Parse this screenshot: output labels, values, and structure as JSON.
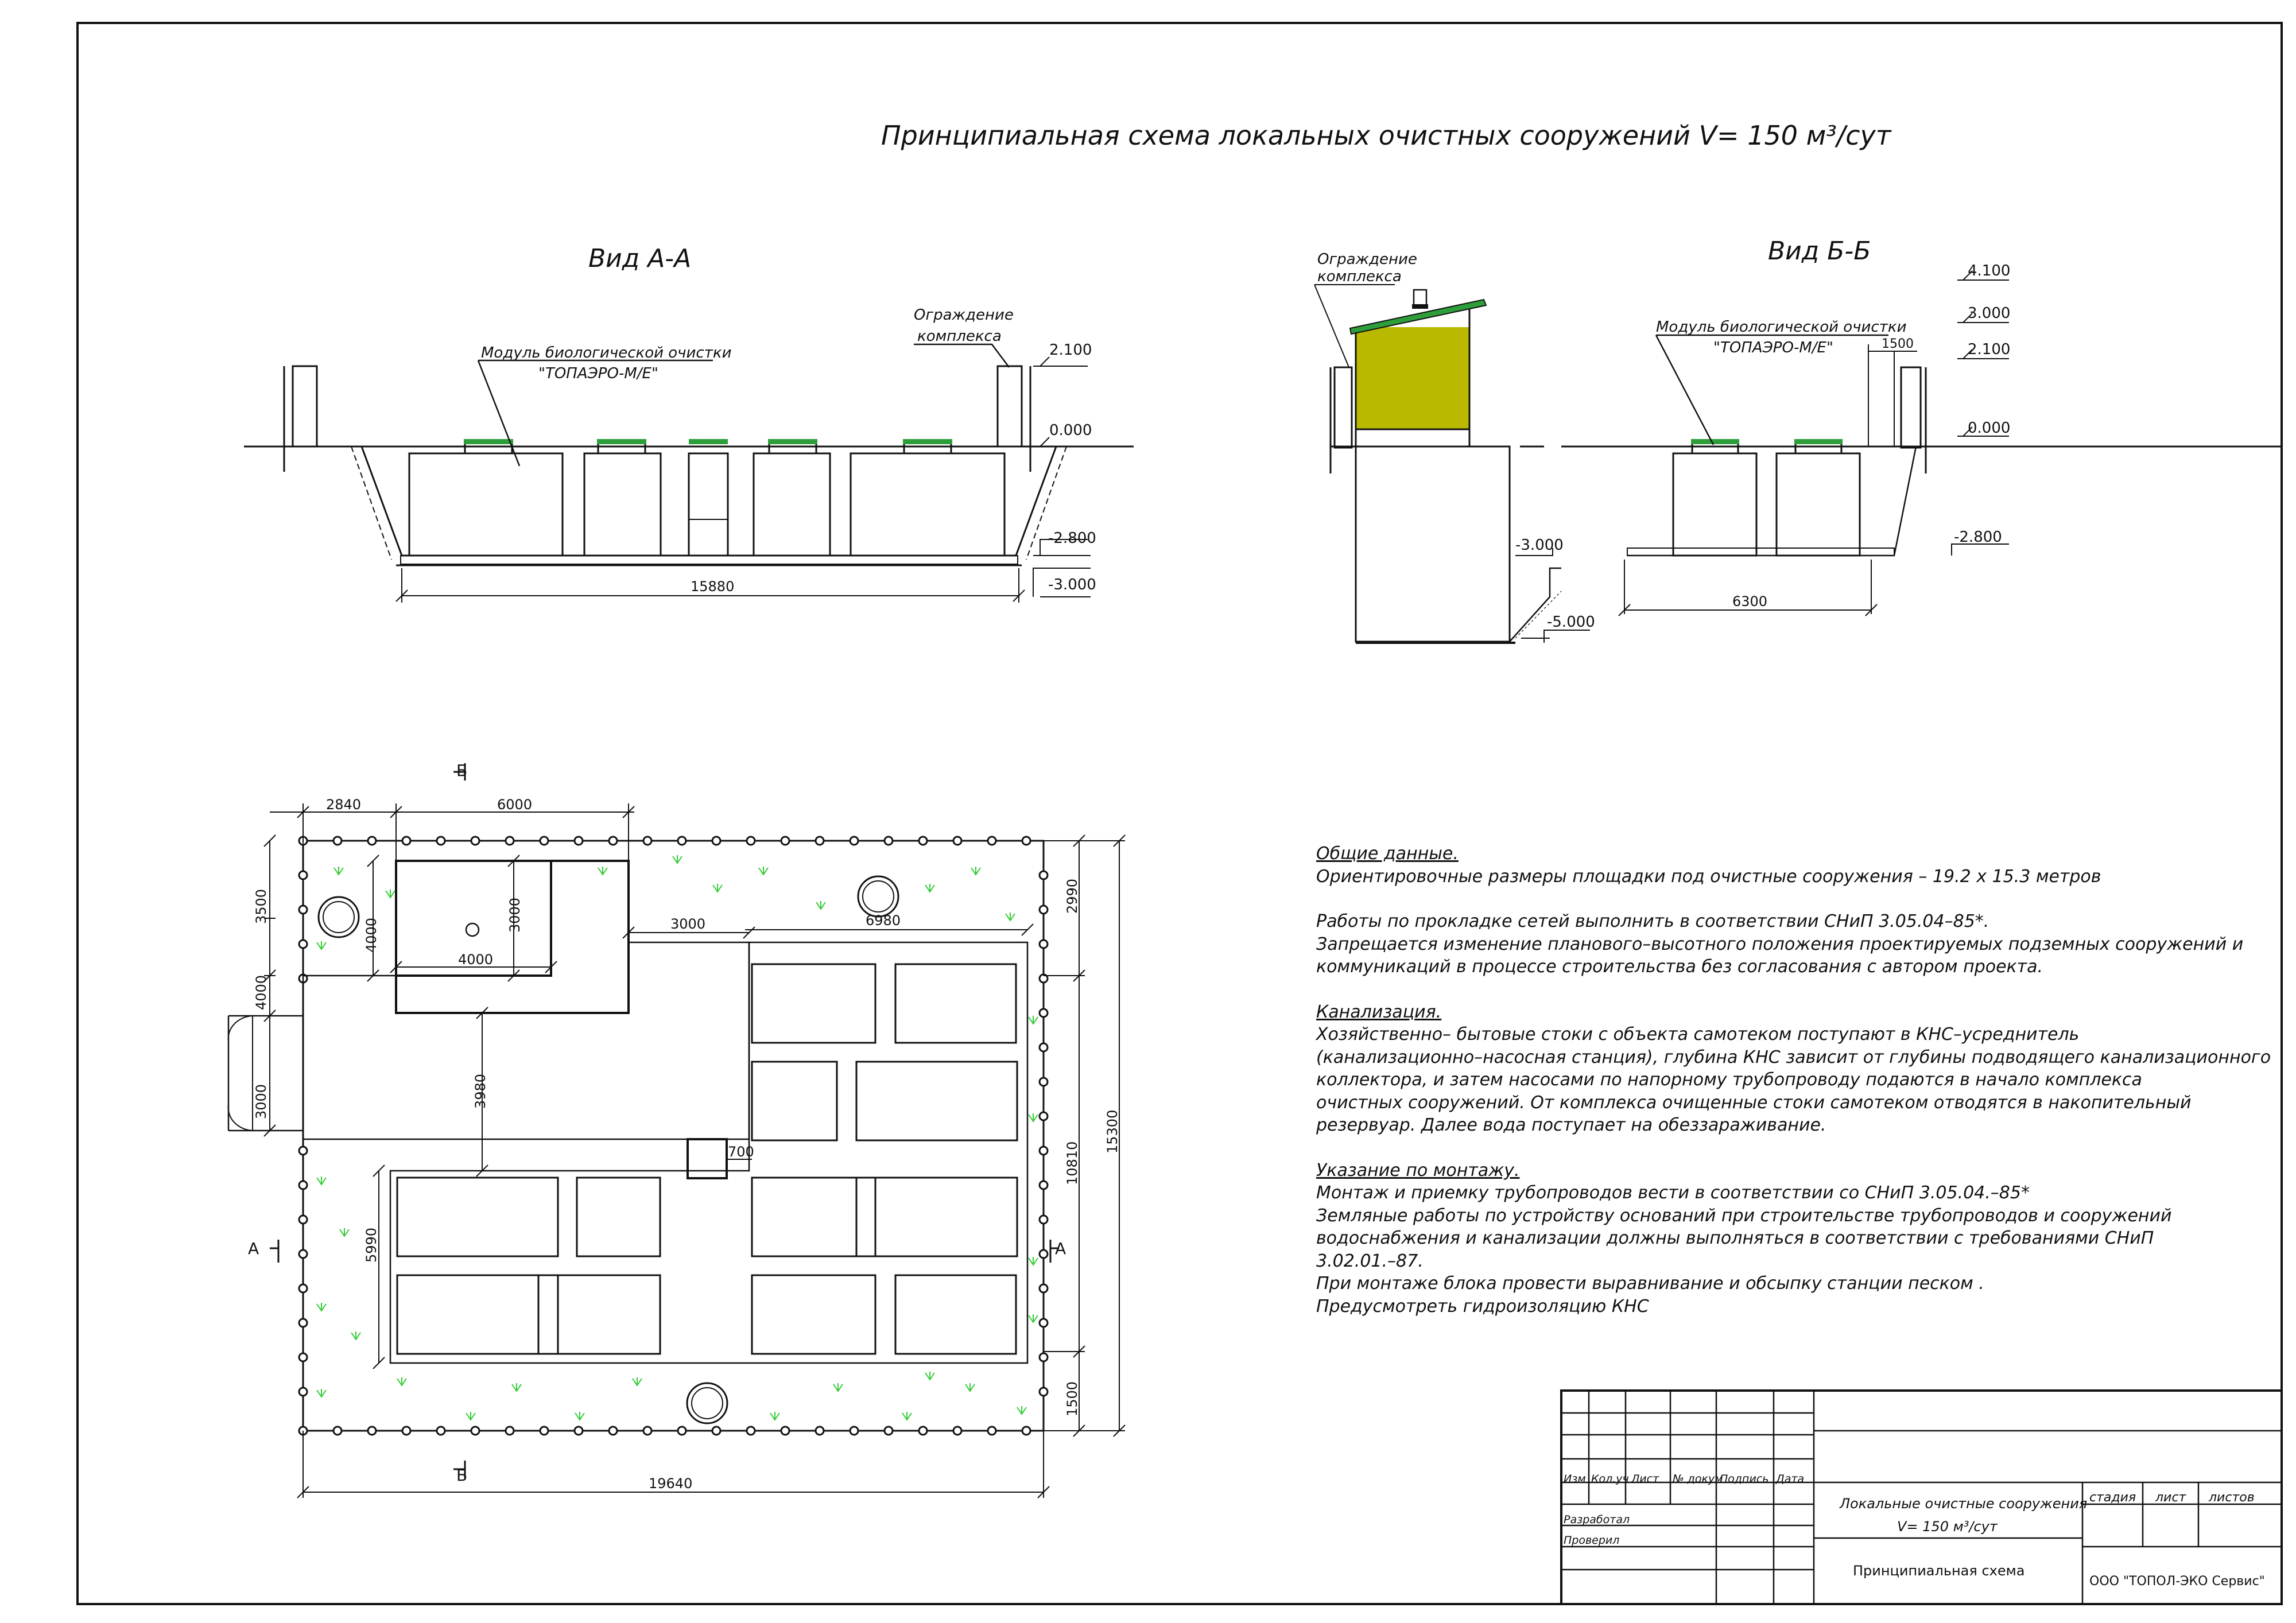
{
  "title": "Принципиальная схема локальных очистных сооружений  V= 150 м³/сут",
  "colors": {
    "line": "#111111",
    "roof": "#2e9e3a",
    "wall": "#b9ba00",
    "lid": "#2e9e3a",
    "grass": "#33cc33"
  },
  "view_aa": {
    "title": "Вид А-А",
    "module_label": "Модуль  биологической очистки",
    "module_name": "\"ТОПАЭРО-М/Е\"",
    "fence_label_1": "Ограждение",
    "fence_label_2": "комплекса",
    "lvl_210": "2.100",
    "lvl_000": "0.000",
    "lvl_m280": "-2.800",
    "lvl_m300": "-3.000",
    "dim_length": "15880"
  },
  "view_bb": {
    "title": "Вид Б-Б",
    "fence_label_1": "Ограждение",
    "fence_label_2": "комплекса",
    "module_label": "Модуль  биологической очистки",
    "module_name": "\"ТОПАЭРО-М/Е\"",
    "lvl_410": "4.100",
    "lvl_300": "3.000",
    "lvl_210": "2.100",
    "lvl_000": "0.000",
    "lvl_m280": "-2.800",
    "lvl_m300": "-3.000",
    "lvl_m500": "-5.000",
    "dim_1500": "1500",
    "dim_6300": "6300"
  },
  "plan": {
    "section_b": "Б",
    "section_a": "А",
    "d_2840": "2840",
    "d_6000": "6000",
    "d_3500": "3500",
    "d_4000v": "4000",
    "d_3000v": "3000",
    "d_4000h": "4000",
    "d_3000h": "3000",
    "d_6980": "6980",
    "d_2990": "2990",
    "d_4000gate": "4000",
    "d_3000gate": "3000",
    "d_3980": "3980",
    "d_700": "700",
    "d_10810": "10810",
    "d_15300": "15300",
    "d_5990": "5990",
    "d_1500": "1500",
    "d_19640": "19640"
  },
  "notes": {
    "general_h": "Общие данные.",
    "general_1": "Ориентировочные размеры площадки под очистные сооружения  – 19.2 х 15.3 метров",
    "general_2": "Работы по прокладке сетей выполнить в соответствии СНиП 3.05.04–85*.",
    "general_3": "Запрещается изменение планового–высотного положения проектируемых подземных сооружений и",
    "general_4": "коммуникаций в процессе строительства без согласования  с автором проекта.",
    "sewer_h": "Канализация.",
    "sewer_1": "Хозяйственно– бытовые стоки с объекта самотеком поступают в КНС–усреднитель",
    "sewer_2": "(канализационно–насосная станция), глубина КНС зависит от глубины подводящего канализационного",
    "sewer_3": "коллектора, и затем насосами по напорному трубопроводу подаются в начало комплекса",
    "sewer_4": "очистных сооружений. От комплекса очищенные  стоки самотеком отводятся в  накопительный",
    "sewer_5": "резервуар.  Далее вода поступает на обеззараживание.",
    "mount_h": "Указание по монтажу.",
    "mount_1": "Монтаж и приемку трубопроводов вести в соответствии со СНиП 3.05.04.–85*",
    "mount_2": "Земляные работы по устройству оснований при строительстве трубопроводов и сооружений",
    "mount_3": "водоснабжения и канализации должны выполняться в соответствии с требованиями СНиП",
    "mount_4": "3.02.01.–87.",
    "mount_5": "При монтаже блока провести выравнивание и обсыпку станции песком .",
    "mount_6": "Предусмотреть гидроизоляцию КНС"
  },
  "stamp": {
    "col_izm": "Изм",
    "col_kol": "Кол.уч",
    "col_list": "Лист",
    "col_doc": "№ докум",
    "col_sign": "Подпись",
    "col_date": "Дата",
    "row_dev": "Разработал",
    "row_check": "Проверил",
    "project_1": "Локальные очистные сооружения",
    "project_2": "V= 150 м³/сут",
    "stage": "стадия",
    "sheet": "лист",
    "sheets": "листов",
    "drawing": "Принципиальная  схема",
    "company": "ООО \"ТОПОЛ-ЭКО Сервис\""
  }
}
